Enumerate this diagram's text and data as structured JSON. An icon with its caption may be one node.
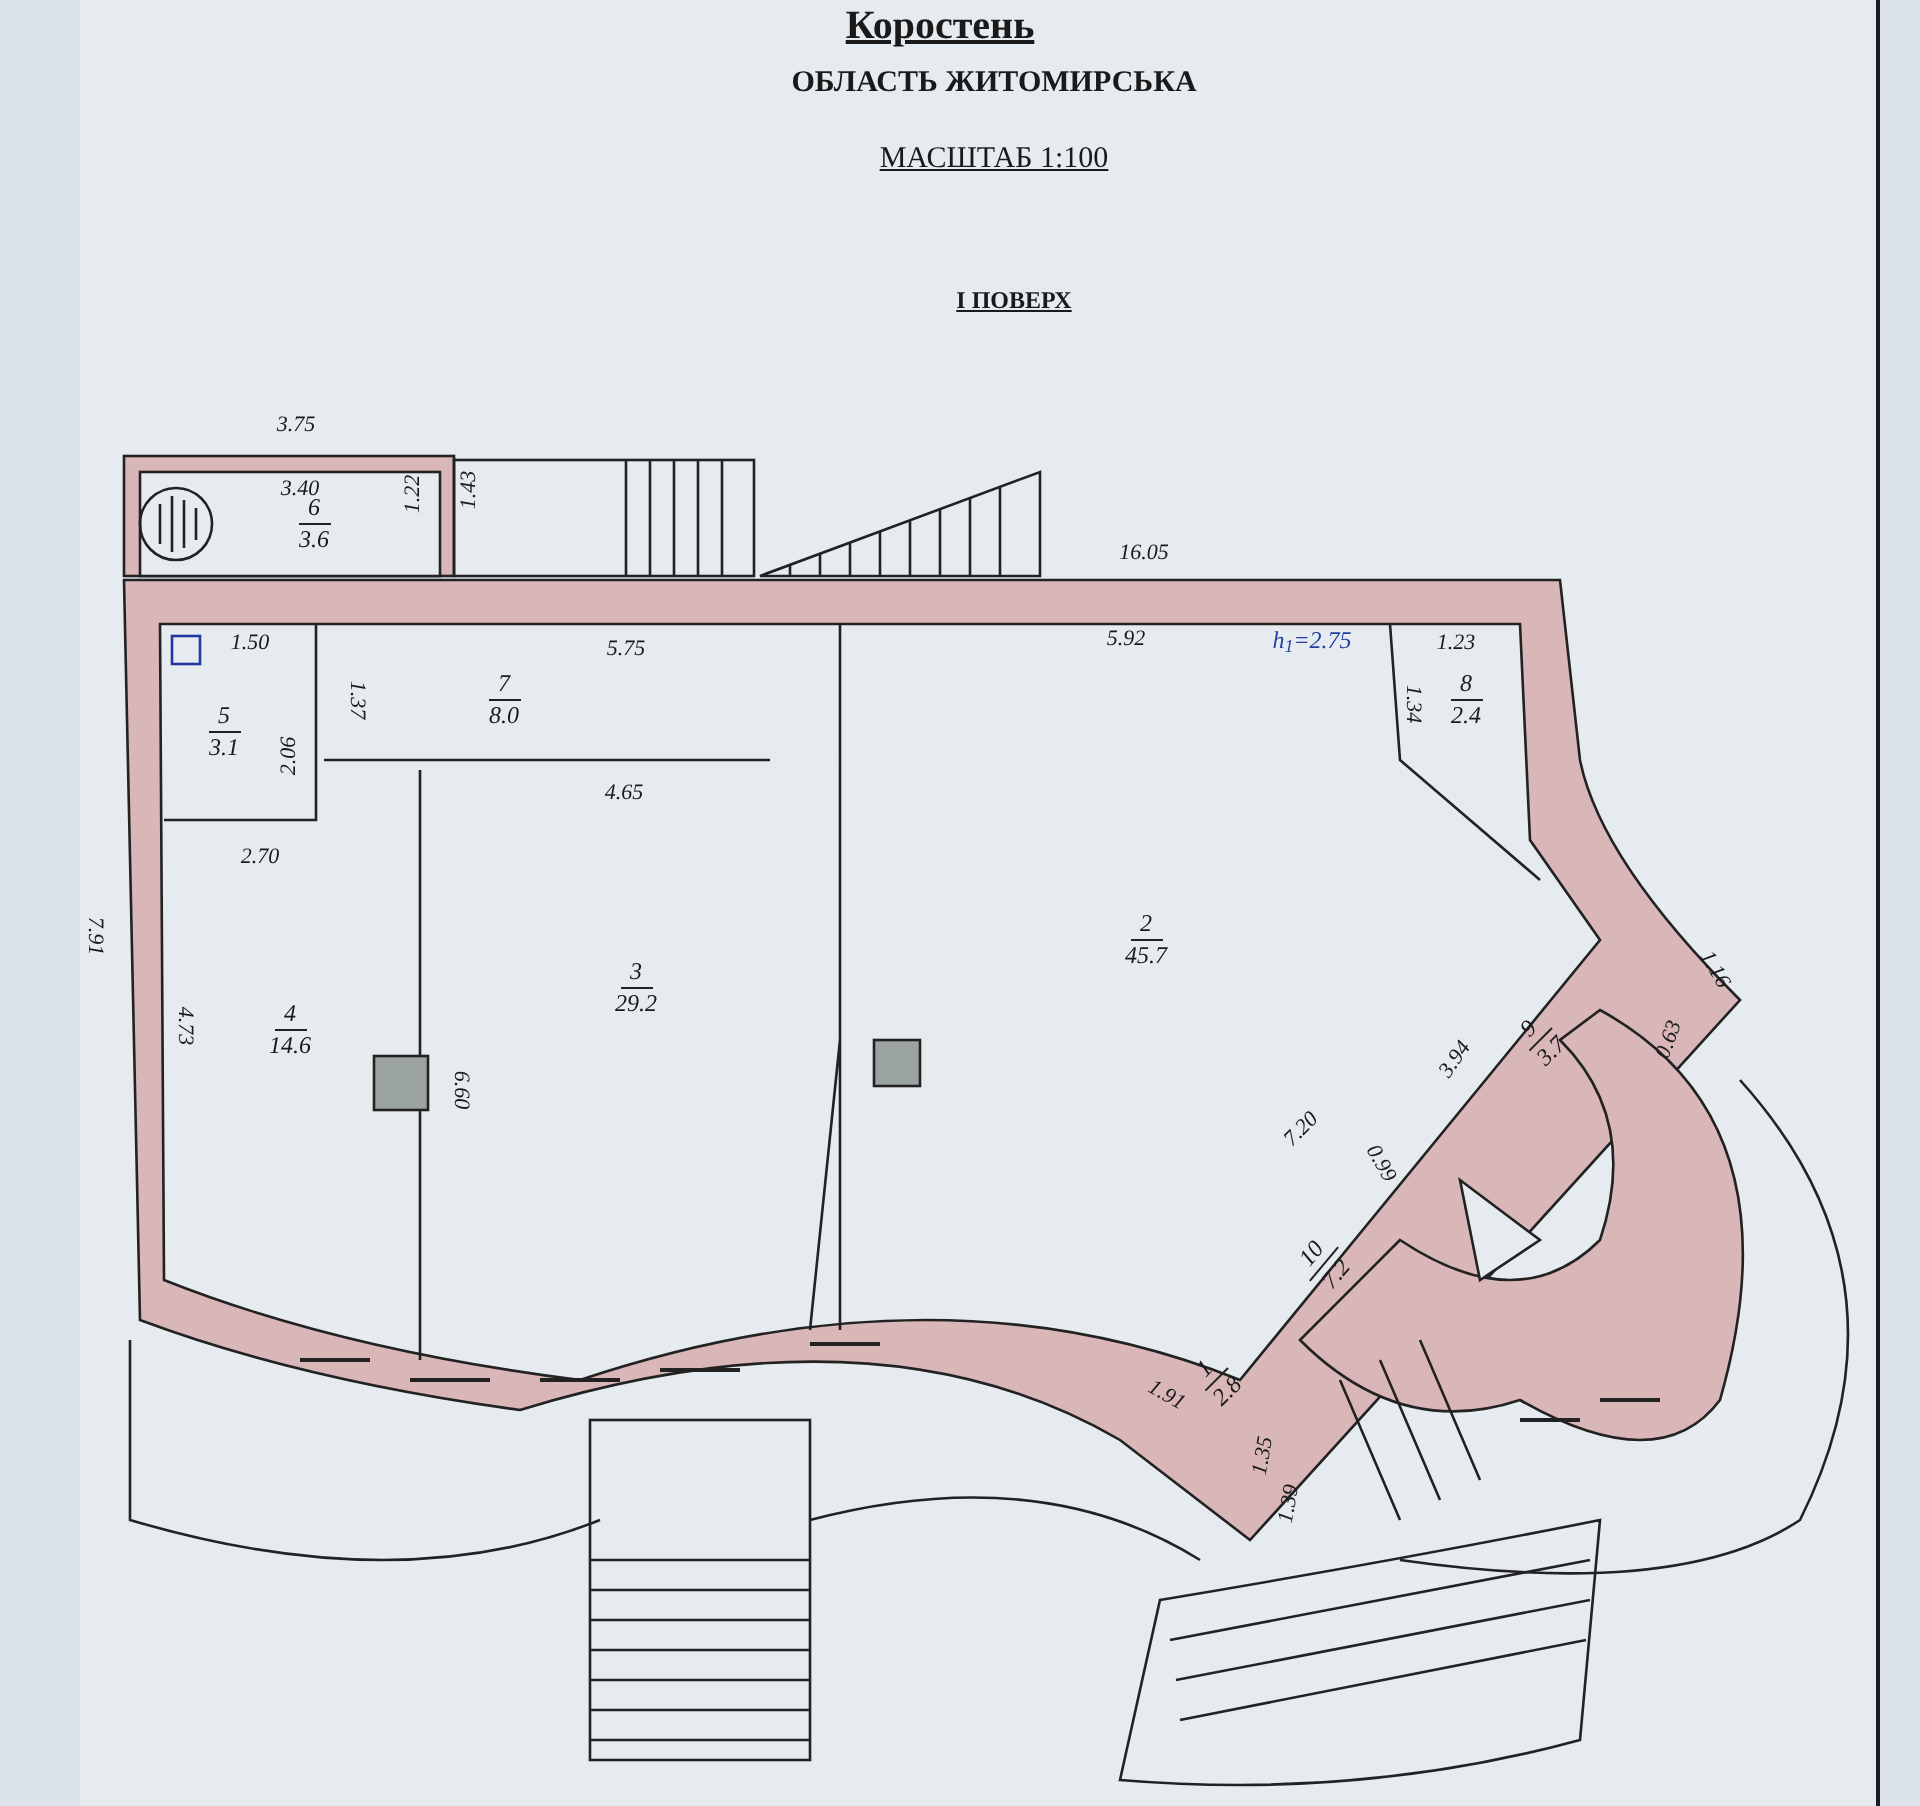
{
  "diagram": {
    "nodes": [
      {
        "text": [
          "6",
          "3.6"
        ]
      },
      {
        "text": [
          "7",
          "8.0"
        ]
      },
      {
        "text": [
          "5",
          "3.1"
        ]
      },
      {
        "text": [
          "8",
          "2.4"
        ]
      },
      {
        "text": [
          "2",
          "45.7"
        ]
      },
      {
        "text": [
          "4",
          "14.6"
        ]
      },
      {
        "text": [
          "3",
          "29.2"
        ]
      },
      {
        "text": [
          "9",
          "3.7"
        ]
      },
      {
        "text": [
          "10",
          "7.2"
        ]
      },
      {
        "text": [
          "1",
          "2.8"
        ]
      }
    ],
    "labels": [
      "Коростень",
      "ОБЛАСТЬ ЖИТОМИРСЬКА",
      "МАСШТАБ 1:100",
      "І ПОВЕРХ",
      "3.75",
      "3.40",
      "1.22",
      "1.43",
      "16.05",
      "1.50",
      "5.75",
      "1.37",
      "2.06",
      "4.65",
      "2.70",
      "7.91",
      "4.73",
      "6.60",
      "5.92",
      "h$_{1}$=2.75",
      "1.23",
      "1.34",
      "7.20",
      "3.94",
      "1.16",
      "0.63",
      "0.99",
      "1.91",
      "1.35",
      "1.39"
    ]
  }
}
